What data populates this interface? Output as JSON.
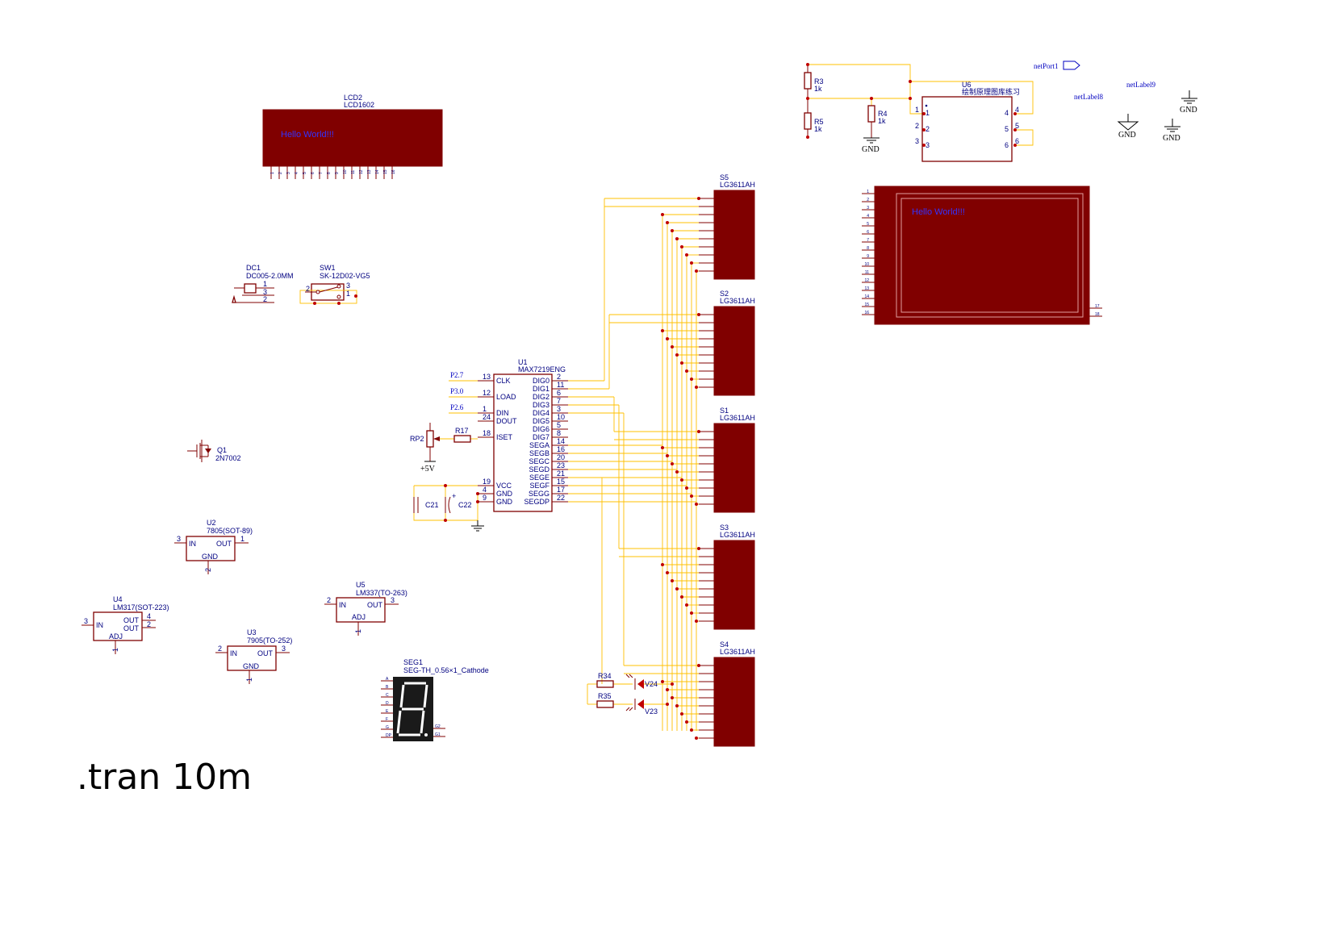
{
  "spice_directive": ".tran 10m",
  "components": {
    "lcd2": {
      "ref": "LCD2",
      "value": "LCD1602",
      "screen_text": "Hello World!!!",
      "pins": [
        "1",
        "2",
        "3",
        "4",
        "5",
        "6",
        "7",
        "8",
        "9",
        "10",
        "11",
        "12",
        "13",
        "14",
        "15",
        "16"
      ]
    },
    "dc1": {
      "ref": "DC1",
      "value": "DC005-2.0MM",
      "pins": [
        "1",
        "3",
        "2"
      ]
    },
    "sw1": {
      "ref": "SW1",
      "value": "SK-12D02-VG5",
      "pins": [
        "2",
        "3",
        "1"
      ]
    },
    "q1": {
      "ref": "Q1",
      "value": "2N7002"
    },
    "u2": {
      "ref": "U2",
      "value": "7805(SOT-89)",
      "pin_in": "IN",
      "pin_out": "OUT",
      "pin_gnd": "GND",
      "pin_in_num": "3",
      "pin_out_num": "1",
      "pin_gnd_num": "2"
    },
    "u4": {
      "ref": "U4",
      "value": "LM317(SOT-223)",
      "pin_in": "IN",
      "pin_out1": "OUT",
      "pin_out2": "OUT",
      "pin_adj": "ADJ",
      "pin_in_num": "3",
      "pin_out1_num": "4",
      "pin_out2_num": "2",
      "pin_adj_num": "1"
    },
    "u3": {
      "ref": "U3",
      "value": "7905(TO-252)",
      "pin_in": "IN",
      "pin_out": "OUT",
      "pin_gnd": "GND",
      "pin_in_num": "2",
      "pin_out_num": "3",
      "pin_gnd_num": "1"
    },
    "u5": {
      "ref": "U5",
      "value": "LM337(TO-263)",
      "pin_in": "IN",
      "pin_out": "OUT",
      "pin_adj": "ADJ",
      "pin_in_num": "2",
      "pin_out_num": "3",
      "pin_adj_num": "1"
    },
    "seg1": {
      "ref": "SEG1",
      "value": "SEG-TH_0.56×1_Cathode",
      "left_pins": [
        "A",
        "B",
        "C",
        "D",
        "E",
        "F",
        "G",
        "DP"
      ],
      "right_pins": [
        "G2",
        "G1"
      ]
    },
    "u1": {
      "ref": "U1",
      "value": "MAX7219ENG",
      "left_pins": [
        {
          "num": "13",
          "name": "CLK",
          "net": "P2.7"
        },
        {
          "num": "12",
          "name": "LOAD",
          "net": "P3.0"
        },
        {
          "num": "1",
          "name": "DIN",
          "net": "P2.6"
        },
        {
          "num": "24",
          "name": "DOUT",
          "net": ""
        },
        {
          "num": "18",
          "name": "ISET",
          "net": ""
        },
        {
          "num": "19",
          "name": "VCC",
          "net": ""
        },
        {
          "num": "4",
          "name": "GND",
          "net": ""
        },
        {
          "num": "9",
          "name": "GND",
          "net": ""
        }
      ],
      "right_pins": [
        {
          "num": "2",
          "name": "DIG0"
        },
        {
          "num": "11",
          "name": "DIG1"
        },
        {
          "num": "6",
          "name": "DIG2"
        },
        {
          "num": "7",
          "name": "DIG3"
        },
        {
          "num": "3",
          "name": "DIG4"
        },
        {
          "num": "10",
          "name": "DIG5"
        },
        {
          "num": "5",
          "name": "DIG6"
        },
        {
          "num": "8",
          "name": "DIG7"
        },
        {
          "num": "14",
          "name": "SEGA"
        },
        {
          "num": "16",
          "name": "SEGB"
        },
        {
          "num": "20",
          "name": "SEGC"
        },
        {
          "num": "23",
          "name": "SEGD"
        },
        {
          "num": "21",
          "name": "SEGE"
        },
        {
          "num": "15",
          "name": "SEGF"
        },
        {
          "num": "17",
          "name": "SEGG"
        },
        {
          "num": "22",
          "name": "SEGDP"
        }
      ]
    },
    "rp2": {
      "ref": "RP2",
      "supply": "+5V"
    },
    "r17": {
      "ref": "R17"
    },
    "c21": {
      "ref": "C21"
    },
    "c22": {
      "ref": "C22"
    },
    "r34": {
      "ref": "R34"
    },
    "r35": {
      "ref": "R35"
    },
    "v24": {
      "ref": "V24"
    },
    "v23": {
      "ref": "V23"
    },
    "displays": [
      {
        "ref": "S5",
        "value": "LG3611AH"
      },
      {
        "ref": "S2",
        "value": "LG3611AH"
      },
      {
        "ref": "S1",
        "value": "LG3611AH"
      },
      {
        "ref": "S3",
        "value": "LG3611AH"
      },
      {
        "ref": "S4",
        "value": "LG3611AH"
      }
    ],
    "r3": {
      "ref": "R3",
      "value": "1k"
    },
    "r5": {
      "ref": "R5",
      "value": "1k"
    },
    "r4": {
      "ref": "R4",
      "value": "1k",
      "gnd": "GND"
    },
    "u6": {
      "ref": "U6",
      "value": "绘制原理图库练习",
      "left_pins": [
        "1",
        "2",
        "3"
      ],
      "right_pins": [
        "4",
        "5",
        "6"
      ]
    },
    "netport1": {
      "label": "netPort1"
    },
    "netlabel8": {
      "label": "netLabel8"
    },
    "netlabel9": {
      "label": "netLabel9"
    },
    "gnd_symbols": [
      "GND",
      "GND",
      "GND"
    ],
    "lcd_big": {
      "screen_text": "Hello World!!!",
      "left_pins": [
        "1",
        "2",
        "3",
        "4",
        "5",
        "6",
        "7",
        "8",
        "9",
        "10",
        "11",
        "12",
        "13",
        "14",
        "15",
        "16"
      ],
      "right_pins": [
        "17",
        "18"
      ]
    }
  }
}
